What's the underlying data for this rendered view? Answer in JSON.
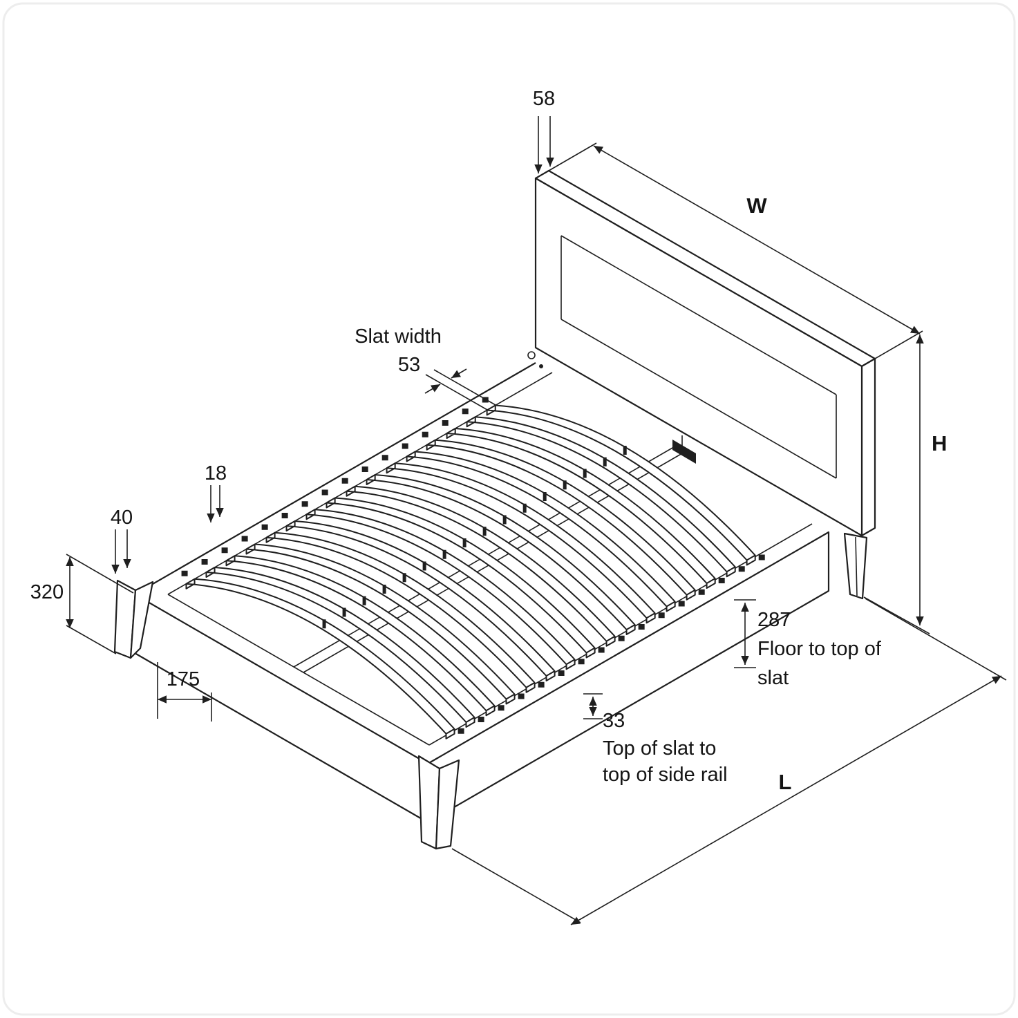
{
  "diagram": {
    "type": "technical-drawing",
    "subject": "bed-frame-with-slats-dimension-diagram",
    "labels": {
      "width": "W",
      "height": "H",
      "length": "L",
      "slat_width_caption": "Slat width"
    },
    "dimensions": {
      "headboard_thickness": "58",
      "slat_width": "53",
      "slat_thickness": "18",
      "rail_edge": "40",
      "floor_to_rail": "320",
      "leg_inset": "175",
      "floor_to_slat": "287",
      "slat_to_rail": "33"
    },
    "notes": {
      "floor_to_slat_line1": "Floor to top of",
      "floor_to_slat_line2": "slat",
      "slat_to_rail_line1": "Top of slat to",
      "slat_to_rail_line2": "top of side rail"
    }
  }
}
